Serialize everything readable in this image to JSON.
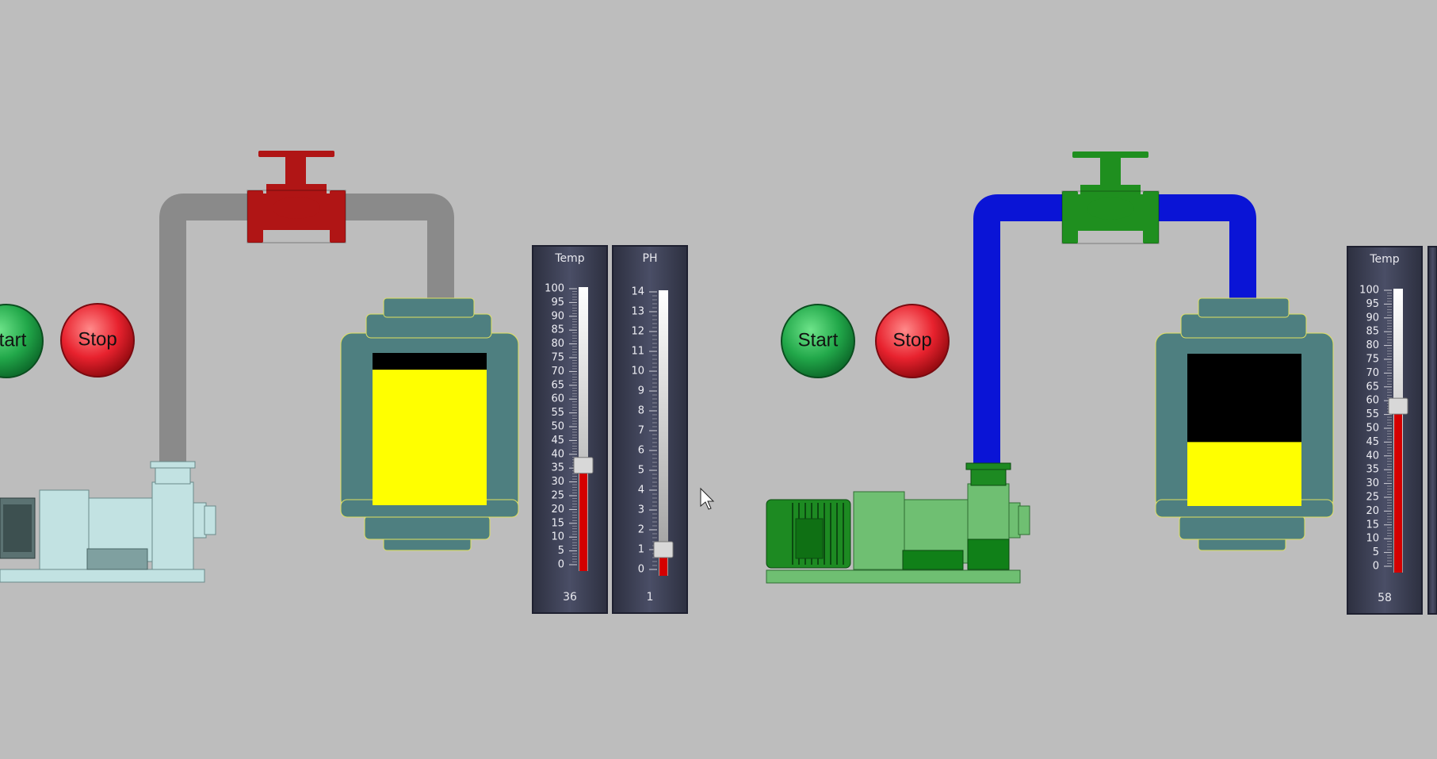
{
  "colors": {
    "background": "#bdbdbd",
    "start_green": "#22a84a",
    "stop_red": "#e8222e",
    "tank_body": "#4e7f80",
    "tank_liquid": "#ffff00",
    "tank_empty": "#000000",
    "gauge_panel": "#3c3f52",
    "gauge_fill": "#d40000"
  },
  "stations": [
    {
      "id": "left",
      "start_label": "Start",
      "stop_label": "Stop",
      "running": false,
      "pipe_color": "#8a8a8a",
      "valve_color": "#b01515",
      "pump_color": "#c2e2e2",
      "tank_level_percent": 89,
      "gauges": [
        {
          "title": "Temp",
          "min": 0,
          "max": 100,
          "step": 5,
          "value": 36,
          "value_label": "36"
        },
        {
          "title": "PH",
          "min": 0,
          "max": 14,
          "step": 1,
          "value": 1,
          "value_label": "1"
        }
      ]
    },
    {
      "id": "right",
      "start_label": "Start",
      "stop_label": "Stop",
      "running": true,
      "pipe_color": "#0a14d6",
      "valve_color": "#1f8f1f",
      "pump_color": "#6fbf72",
      "tank_level_percent": 42,
      "gauges": [
        {
          "title": "Temp",
          "min": 0,
          "max": 100,
          "step": 5,
          "value": 58,
          "value_label": "58"
        }
      ]
    }
  ]
}
